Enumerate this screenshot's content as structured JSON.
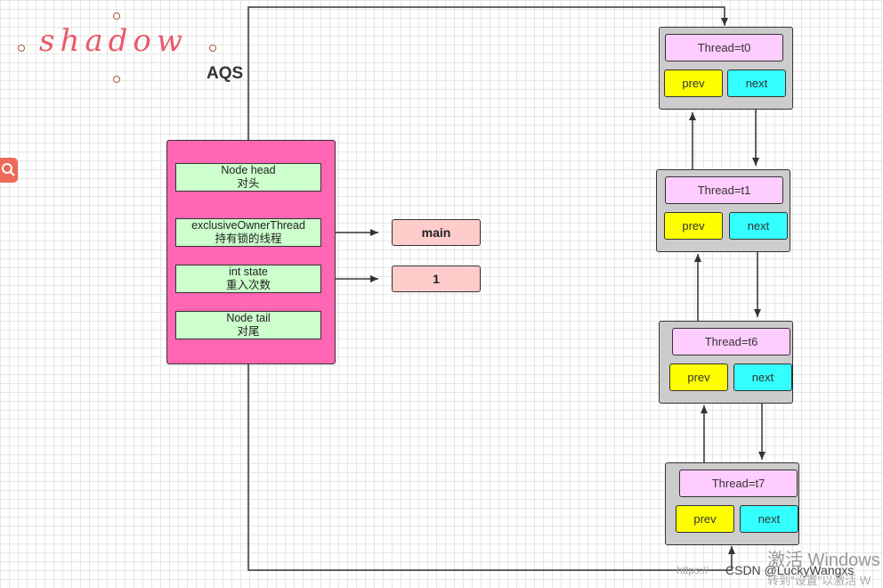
{
  "brand": {
    "logo_text": "shadow"
  },
  "aqs": {
    "title": "AQS",
    "fields": [
      {
        "name": "Node head",
        "desc": "对头"
      },
      {
        "name": "exclusiveOwnerThread",
        "desc": "持有锁的线程"
      },
      {
        "name": "int state",
        "desc": "重入次数"
      },
      {
        "name": "Node tail",
        "desc": "对尾"
      }
    ],
    "values": {
      "owner_thread": "main",
      "state": "1"
    }
  },
  "queue": {
    "nodes": [
      {
        "thread": "Thread=t0",
        "prev": "prev",
        "next": "next"
      },
      {
        "thread": "Thread=t1",
        "prev": "prev",
        "next": "next"
      },
      {
        "thread": "Thread=t6",
        "prev": "prev",
        "next": "next"
      },
      {
        "thread": "Thread=t7",
        "prev": "prev",
        "next": "next"
      }
    ]
  },
  "watermark": {
    "activate_title": "激活 Windows",
    "activate_sub": "转到\"设置\"以激活 W",
    "url": "https://",
    "csdn": "CSDN @LuckyWangxs"
  },
  "colors": {
    "aqs_box": "#ff66b3",
    "field": "#ccffcc",
    "value": "#ffcccc",
    "node": "#cccccc",
    "thread": "#ffccff",
    "prev": "#ffff00",
    "next": "#33ffff",
    "logo": "#e85a6a"
  }
}
